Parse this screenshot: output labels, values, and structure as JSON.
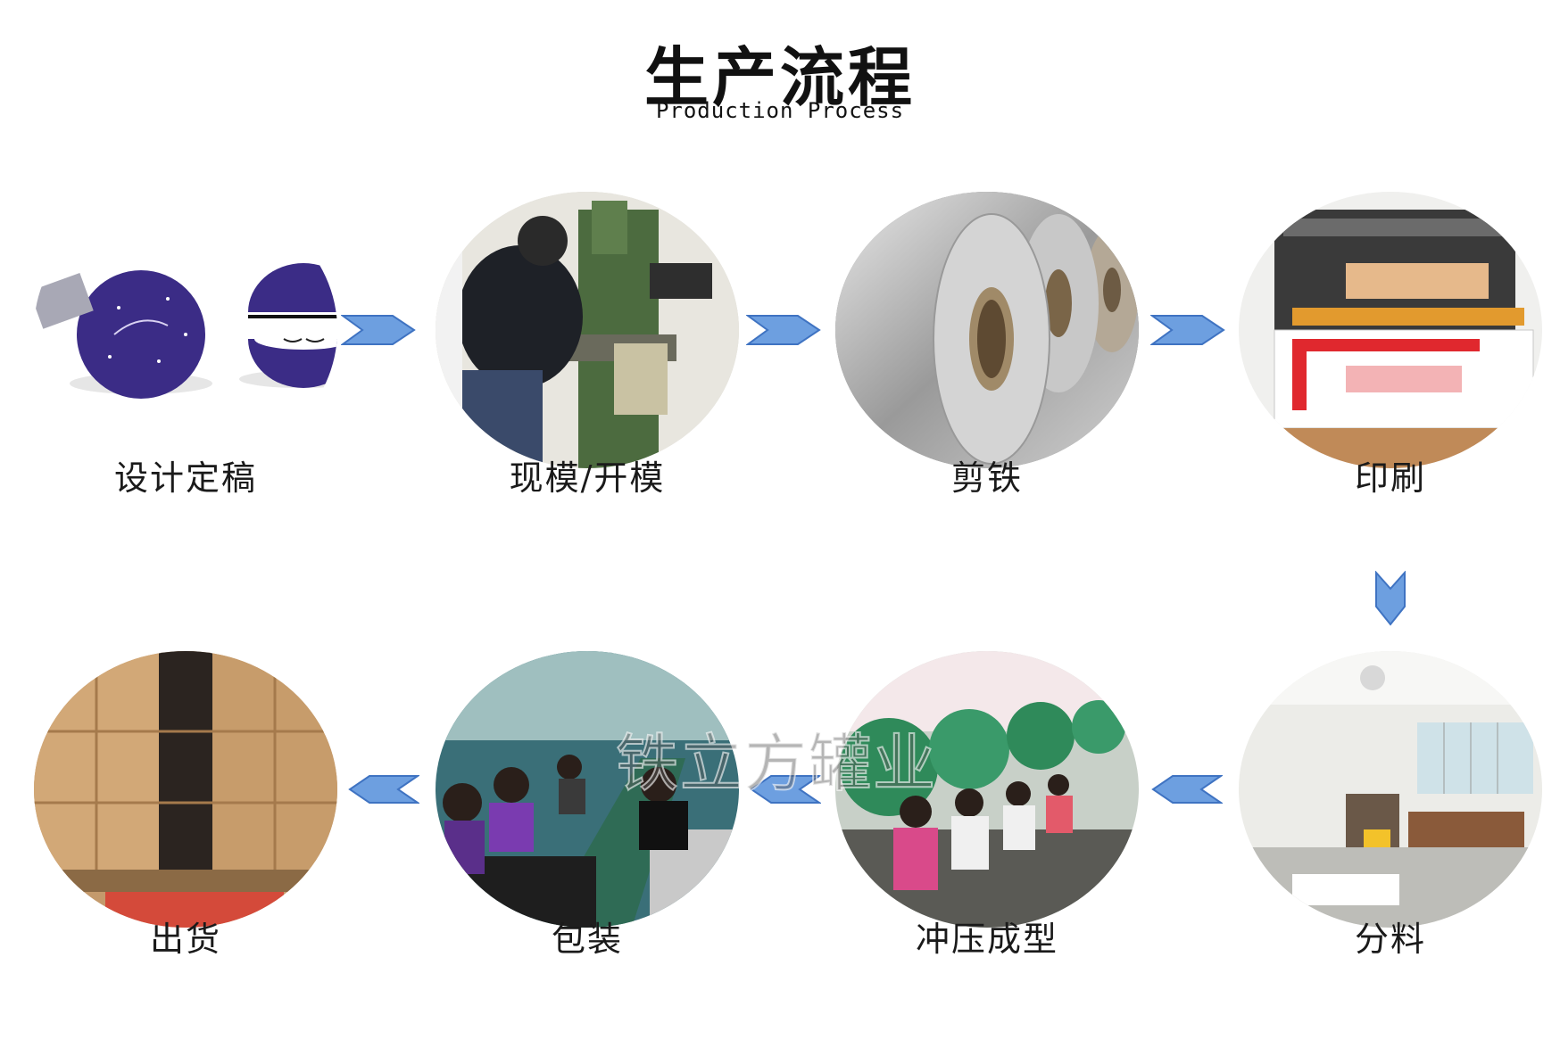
{
  "header": {
    "title_cn": "生产流程",
    "title_en": "Production Process"
  },
  "steps": [
    {
      "label": "设计定稿",
      "icon": "ornament-tin-photo"
    },
    {
      "label": "现模/开模",
      "icon": "milling-machine-photo"
    },
    {
      "label": "剪铁",
      "icon": "tinplate-coil-photo"
    },
    {
      "label": "印刷",
      "icon": "printing-machine-photo"
    },
    {
      "label": "分料",
      "icon": "cutting-workshop-photo"
    },
    {
      "label": "冲压成型",
      "icon": "stamping-press-photo"
    },
    {
      "label": "包装",
      "icon": "packaging-line-photo"
    },
    {
      "label": "出货",
      "icon": "shipping-pallets-photo"
    }
  ],
  "watermark": "铁立方罐业",
  "colors": {
    "arrow_fill": "#6d9fe0",
    "arrow_stroke": "#3f73c2"
  }
}
